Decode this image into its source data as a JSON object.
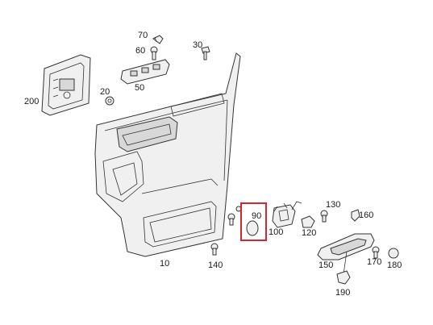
{
  "diagram": {
    "highlight_color": "#d0282e",
    "labels": {
      "p10": "10",
      "p20": "20",
      "p30": "30",
      "p50": "50",
      "p60": "60",
      "p70": "70",
      "p90": "90",
      "p100": "100",
      "p120": "120",
      "p130": "130",
      "p140": "140",
      "p150": "150",
      "p160": "160",
      "p170": "170",
      "p180": "180",
      "p190": "190",
      "p200": "200"
    }
  }
}
